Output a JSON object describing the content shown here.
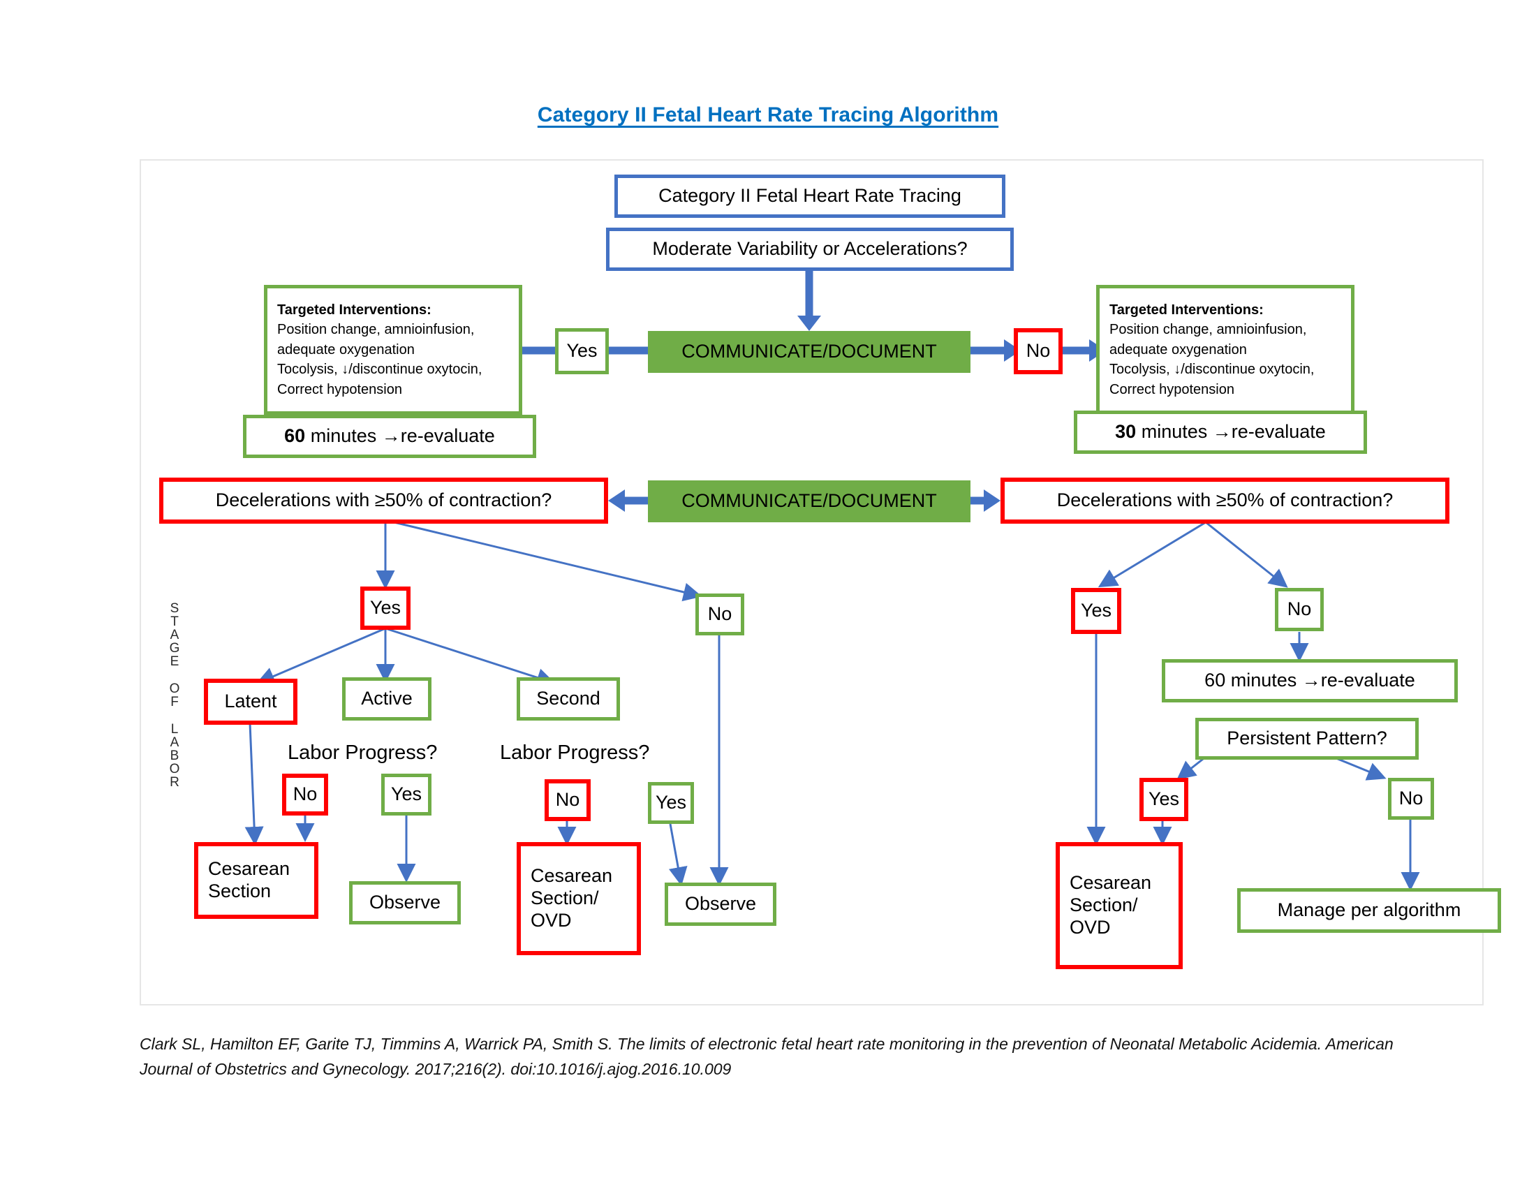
{
  "document": {
    "title": "Category II Fetal Heart Rate Tracing Algorithm",
    "citation": "Clark SL, Hamilton EF, Garite TJ, Timmins A, Warrick PA, Smith S. The limits of electronic fetal heart rate monitoring in the prevention of Neonatal Metabolic Acidemia. American Journal of Obstetrics and Gynecology. 2017;216(2). doi:10.1016/j.ajog.2016.10.009"
  },
  "colors": {
    "title_blue": "#0070C0",
    "node_blue": "#4472C4",
    "node_green": "#70AD47",
    "node_red": "#FF0000",
    "fill_green": "#70AD47",
    "arrow_blue": "#4472C4",
    "thin_arrow_blue": "#4472C4",
    "frame_gray": "#E6E6E6"
  },
  "axis_label": {
    "letters": [
      "S",
      "T",
      "A",
      "G",
      "E",
      "",
      "O",
      "F",
      "",
      "L",
      "A",
      "B",
      "O",
      "R"
    ],
    "text": "STAGE OF LABOR"
  },
  "nodes": {
    "start": "Category II Fetal Heart Rate Tracing",
    "question_variability": "Moderate Variability or Accelerations?",
    "communicate_1": "COMMUNICATE/DOCUMENT",
    "communicate_2": "COMMUNICATE/DOCUMENT",
    "yes_top": "Yes",
    "no_top": "No",
    "interventions_title": "Targeted Interventions:",
    "interventions_body_line1": "Position change, amnioinfusion,",
    "interventions_body_line2": "adequate oxygenation",
    "interventions_body_line3": "Tocolysis, ↓/discontinue oxytocin,",
    "interventions_body_line4": "Correct hypotension",
    "reevaluate_left_bold": "60",
    "reevaluate_left_rest": " minutes →re-evaluate",
    "reevaluate_right_bold": "30",
    "reevaluate_right_rest": " minutes →re-evaluate",
    "decel_left": "Decelerations with ≥50% of contraction?",
    "decel_right": "Decelerations with ≥50% of contraction?",
    "left_yes": "Yes",
    "left_no": "No",
    "stage_latent": "Latent",
    "stage_active": "Active",
    "stage_second": "Second",
    "labor_progress_1": "Labor Progress?",
    "labor_progress_2": "Labor Progress?",
    "lp1_no": "No",
    "lp1_yes": "Yes",
    "lp2_no": "No",
    "lp2_yes": "Yes",
    "cesarean_section": "Cesarean Section",
    "observe_1": "Observe",
    "cesarean_section_ovd_left": "Cesarean Section/ OVD",
    "observe_2": "Observe",
    "right_yes": "Yes",
    "right_no": "No",
    "reevaluate_60_right": "60 minutes →re-evaluate",
    "persistent_pattern": "Persistent Pattern?",
    "pp_yes": "Yes",
    "pp_no": "No",
    "cesarean_section_ovd_right": "Cesarean Section/ OVD",
    "manage_per_algorithm": "Manage per algorithm"
  }
}
